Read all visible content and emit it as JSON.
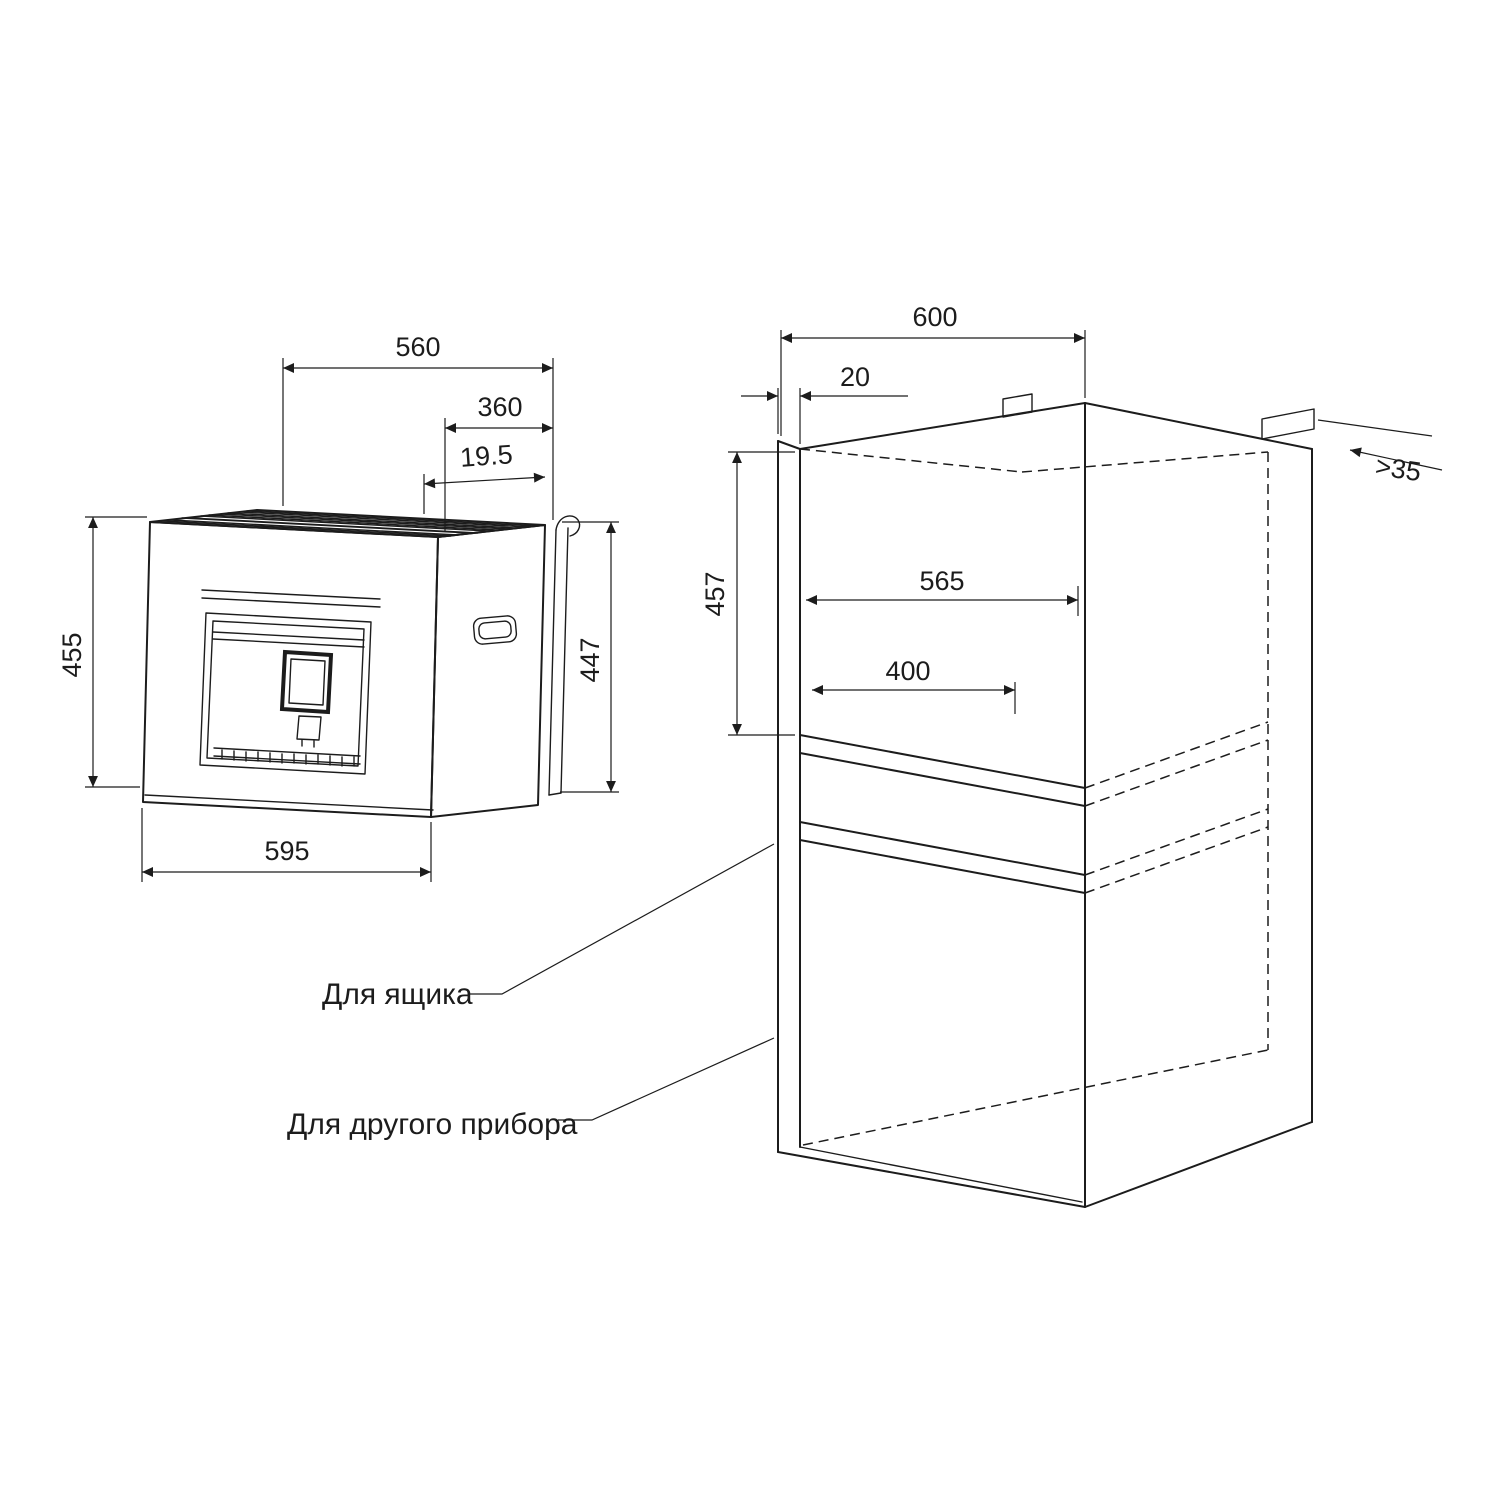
{
  "figure": {
    "type": "built-in appliance installation drawing",
    "appliance": {
      "dim_top_width": "560",
      "dim_top_depth": "360",
      "dim_top_offset": "19.5",
      "dim_height_left": "455",
      "dim_height_right": "447",
      "dim_bottom_width": "595"
    },
    "cabinet": {
      "dim_outer_width": "600",
      "dim_panel_thickness": "20",
      "dim_rear_gap": ">35",
      "dim_niche_height": "457",
      "dim_niche_width": "565",
      "dim_niche_depth": "400"
    },
    "callouts": {
      "drawer": "Для ящика",
      "other_appliance": "Для другого прибора"
    }
  }
}
